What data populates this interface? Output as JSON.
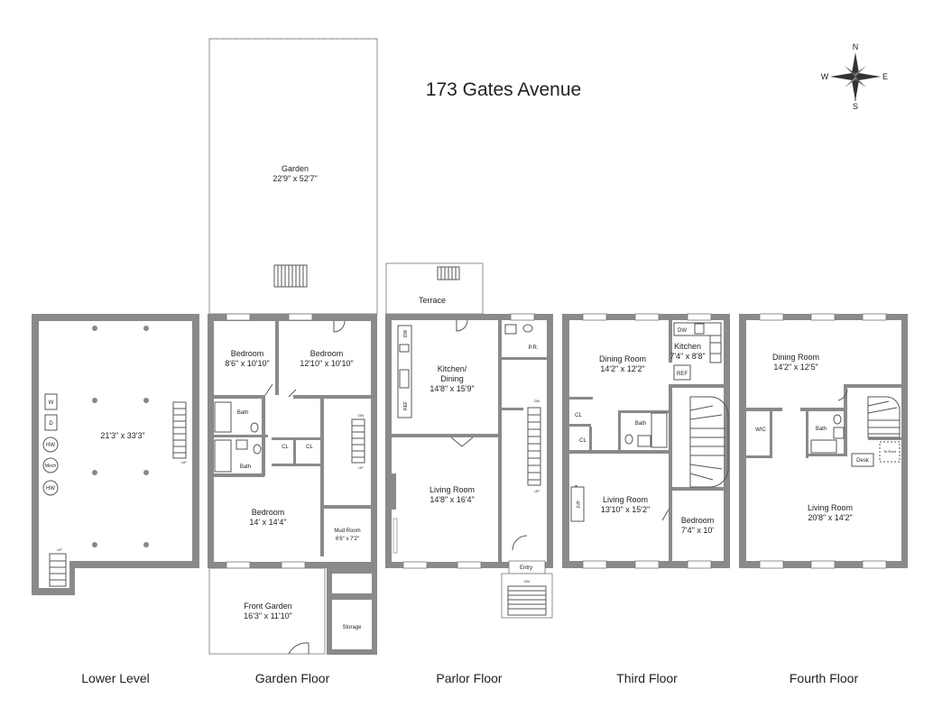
{
  "title": "173 Gates Avenue",
  "compass": {
    "n": "N",
    "s": "S",
    "e": "E",
    "w": "W"
  },
  "floors": {
    "lower": {
      "name": "Lower Level",
      "dims": "21'3\" x 33'3\"",
      "fixtures": {
        "w": "W",
        "d": "D",
        "hw1": "HW",
        "mech": "Mech",
        "hw2": "HW"
      },
      "stair_up_1": "UP",
      "stair_up_2": "UP"
    },
    "garden": {
      "name": "Garden Floor",
      "garden": {
        "label": "Garden",
        "dims": "22'9\" x 52'7\""
      },
      "bedroom1": {
        "label": "Bedroom",
        "dims": "8'6\" x 10'10\""
      },
      "bedroom2": {
        "label": "Bedroom",
        "dims": "12'10\" x 10'10\""
      },
      "bath1": "Bath",
      "bath2": "Bath",
      "cl1": "CL",
      "cl2": "CL",
      "bedroom3": {
        "label": "Bedroom",
        "dims": "14' x 14'4\""
      },
      "mudroom": {
        "label": "Mud Room",
        "dims": "6'6\" x 7'2\""
      },
      "front_garden": {
        "label": "Front Garden",
        "dims": "16'3\" x 11'10\""
      },
      "storage": "Storage",
      "stair_dn": "DN",
      "stair_up": "UP"
    },
    "parlor": {
      "name": "Parlor Floor",
      "terrace": "Terrace",
      "dw": "DW",
      "ref": "REF",
      "kitchen": {
        "label": "Kitchen/",
        "label2": "Dining",
        "dims": "14'8\" x 15'9\""
      },
      "pr": "P.R.",
      "living": {
        "label": "Living Room",
        "dims": "14'8\" x 16'4\""
      },
      "entry": "Entry",
      "stair_dn": "DN",
      "stair_up": "UP",
      "stoop_dn": "DN"
    },
    "third": {
      "name": "Third Floor",
      "dining": {
        "label": "Dining Room",
        "dims": "14'2\" x 12'2\""
      },
      "kitchen": {
        "label": "Kitchen",
        "dims": "7'4\" x 8'8\""
      },
      "dw": "DW",
      "ref": "REF",
      "cl1": "CL",
      "cl2": "CL",
      "bath": "Bath",
      "fp": "F/P",
      "living": {
        "label": "Living Room",
        "dims": "13'10\" x 15'2\""
      },
      "bedroom": {
        "label": "Bedroom",
        "dims": "7'4\" x 10'"
      }
    },
    "fourth": {
      "name": "Fourth Floor",
      "dining": {
        "label": "Dining Room",
        "dims": "14'2\" x 12'5\""
      },
      "wic": "WIC",
      "bath": "Bath",
      "desk": "Desk",
      "roof": "To Roof",
      "living": {
        "label": "Living Room",
        "dims": "20'8\" x 14'2\""
      }
    }
  }
}
